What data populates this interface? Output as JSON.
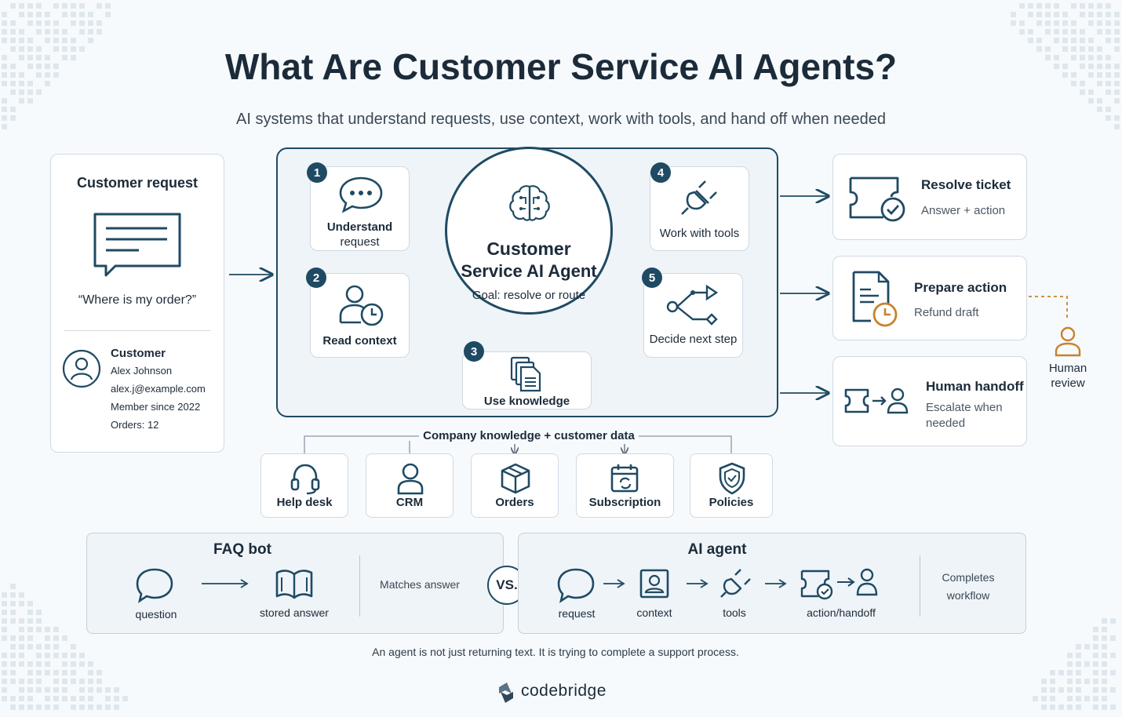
{
  "header": {
    "title": "What Are Customer Service AI Agents?",
    "subtitle": "AI systems that understand requests, use context, work with tools, and hand off when needed"
  },
  "customer_request": {
    "heading": "Customer request",
    "quote": "“Where is my order?”",
    "profile_heading": "Customer",
    "name": "Alex Johnson",
    "email": "alex.j@example.com",
    "member": "Member since 2022",
    "orders": "Orders: 12"
  },
  "agent": {
    "title_line1": "Customer",
    "title_line2": "Service AI Agent",
    "goal": "Goal: resolve or route"
  },
  "steps": [
    {
      "num": "1",
      "label_line1": "Understand",
      "label_line2": "request"
    },
    {
      "num": "2",
      "label": "Read context"
    },
    {
      "num": "3",
      "label": "Use knowledge"
    },
    {
      "num": "4",
      "label": "Work with tools"
    },
    {
      "num": "5",
      "label": "Decide next step"
    }
  ],
  "sources": {
    "heading": "Company knowledge + customer data",
    "items": [
      "Help desk",
      "CRM",
      "Orders",
      "Subscription",
      "Policies"
    ]
  },
  "outcomes": [
    {
      "title": "Resolve ticket",
      "sub": "Answer + action"
    },
    {
      "title": "Prepare action",
      "sub": "Refund draft"
    },
    {
      "title": "Human handoff",
      "sub_line1": "Escalate when",
      "sub_line2": "needed"
    }
  ],
  "human_review": {
    "line1": "Human",
    "line2": "review"
  },
  "comparison": {
    "faq": {
      "title": "FAQ bot",
      "step1": "question",
      "step2": "stored answer",
      "summary": "Matches answer"
    },
    "vs": "VS.",
    "ai": {
      "title": "AI agent",
      "steps": [
        "request",
        "context",
        "tools",
        "action/handoff"
      ],
      "summary_line1": "Completes",
      "summary_line2": "workflow"
    }
  },
  "footer": {
    "note": "An agent is not just returning text. It is trying to complete a support process.",
    "brand": "codebridge"
  },
  "colors": {
    "accent": "#1f4a63",
    "clock": "#c9812e",
    "ink": "#1c2b3a"
  }
}
